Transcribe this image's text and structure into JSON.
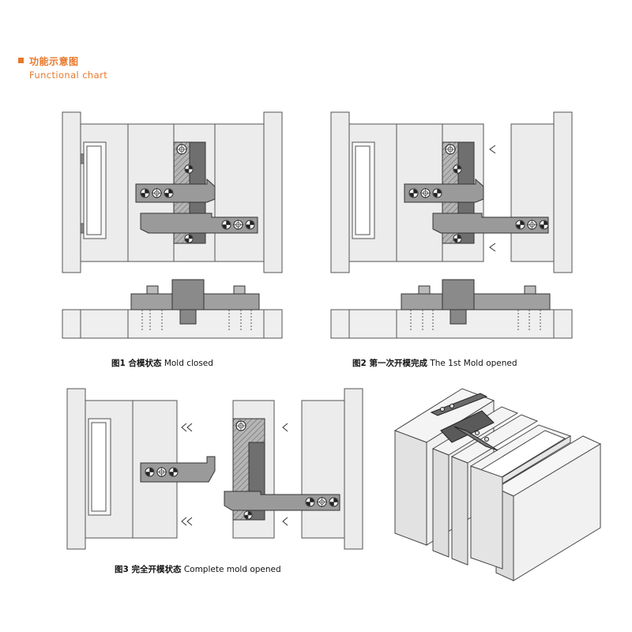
{
  "header": {
    "title_cn": "功能示意图",
    "title_en": "Functional chart"
  },
  "figures": [
    {
      "label_cn": "图1 合模状态",
      "label_en": "Mold closed"
    },
    {
      "label_cn": "图2 第一次开模完成",
      "label_en": "The 1st Mold opened"
    },
    {
      "label_cn": "图3 完全开模状态",
      "label_en": "Complete mold opened"
    }
  ],
  "colors": {
    "accent": "#e8782b",
    "plate_fill": "#ececec",
    "plate_stroke": "#555555",
    "part_dark": "#7a7a7a",
    "part_mid": "#a8a8a8"
  },
  "icons": [
    "direction-arrow-icon",
    "screw-hole-icon",
    "dowel-pin-icon"
  ]
}
